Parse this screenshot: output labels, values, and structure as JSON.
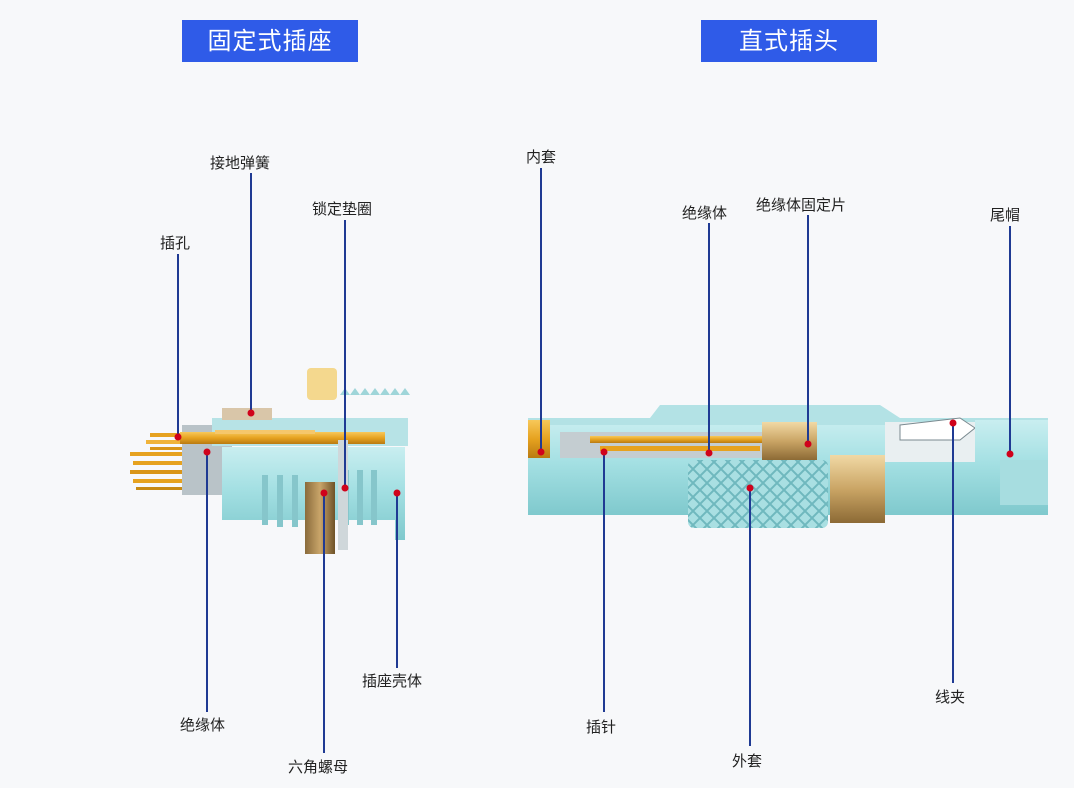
{
  "titles": {
    "left": "固定式插座",
    "right": "直式插头"
  },
  "socket_labels": {
    "pin_hole": "插孔",
    "ground_spring": "接地弹簧",
    "lock_washer": "锁定垫圈",
    "insulator": "绝缘体",
    "hex_nut": "六角螺母",
    "socket_shell": "插座壳体"
  },
  "plug_labels": {
    "inner_sleeve": "内套",
    "insulator": "绝缘体",
    "insulator_retainer": "绝缘体固定片",
    "tail_cap": "尾帽",
    "pin": "插针",
    "outer_sleeve": "外套",
    "cable_clamp": "线夹"
  },
  "colors": {
    "title_bg": "#2f5be8",
    "leader_line": "#1f3a93",
    "marker_dot": "#d0021b",
    "body_cyan": "#9fdde0",
    "metal_gold": "#e6a21f",
    "insulator_gray": "#b9c3c8"
  }
}
